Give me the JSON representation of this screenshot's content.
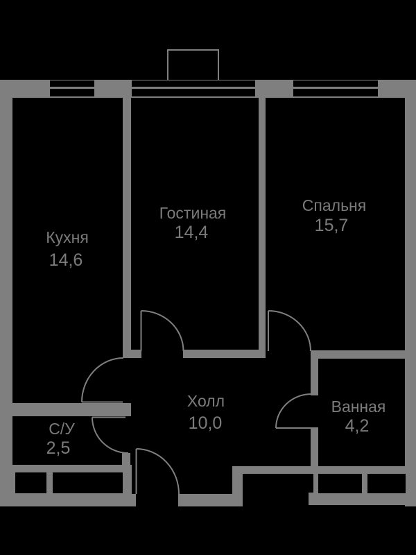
{
  "colors": {
    "background": "#000000",
    "walls": "#7f7f7f",
    "text": "#7b7b7b"
  },
  "plan": {
    "type": "apartment-floor-plan",
    "rooms": [
      {
        "id": "kitchen",
        "name": "Кухня",
        "area": "14,6"
      },
      {
        "id": "living",
        "name": "Гостиная",
        "area": "14,4"
      },
      {
        "id": "bedroom",
        "name": "Спальня",
        "area": "15,7"
      },
      {
        "id": "hall",
        "name": "Холл",
        "area": "10,0"
      },
      {
        "id": "wc",
        "name": "С/У",
        "area": "2,5"
      },
      {
        "id": "bath",
        "name": "Ванная",
        "area": "4,2"
      }
    ]
  }
}
